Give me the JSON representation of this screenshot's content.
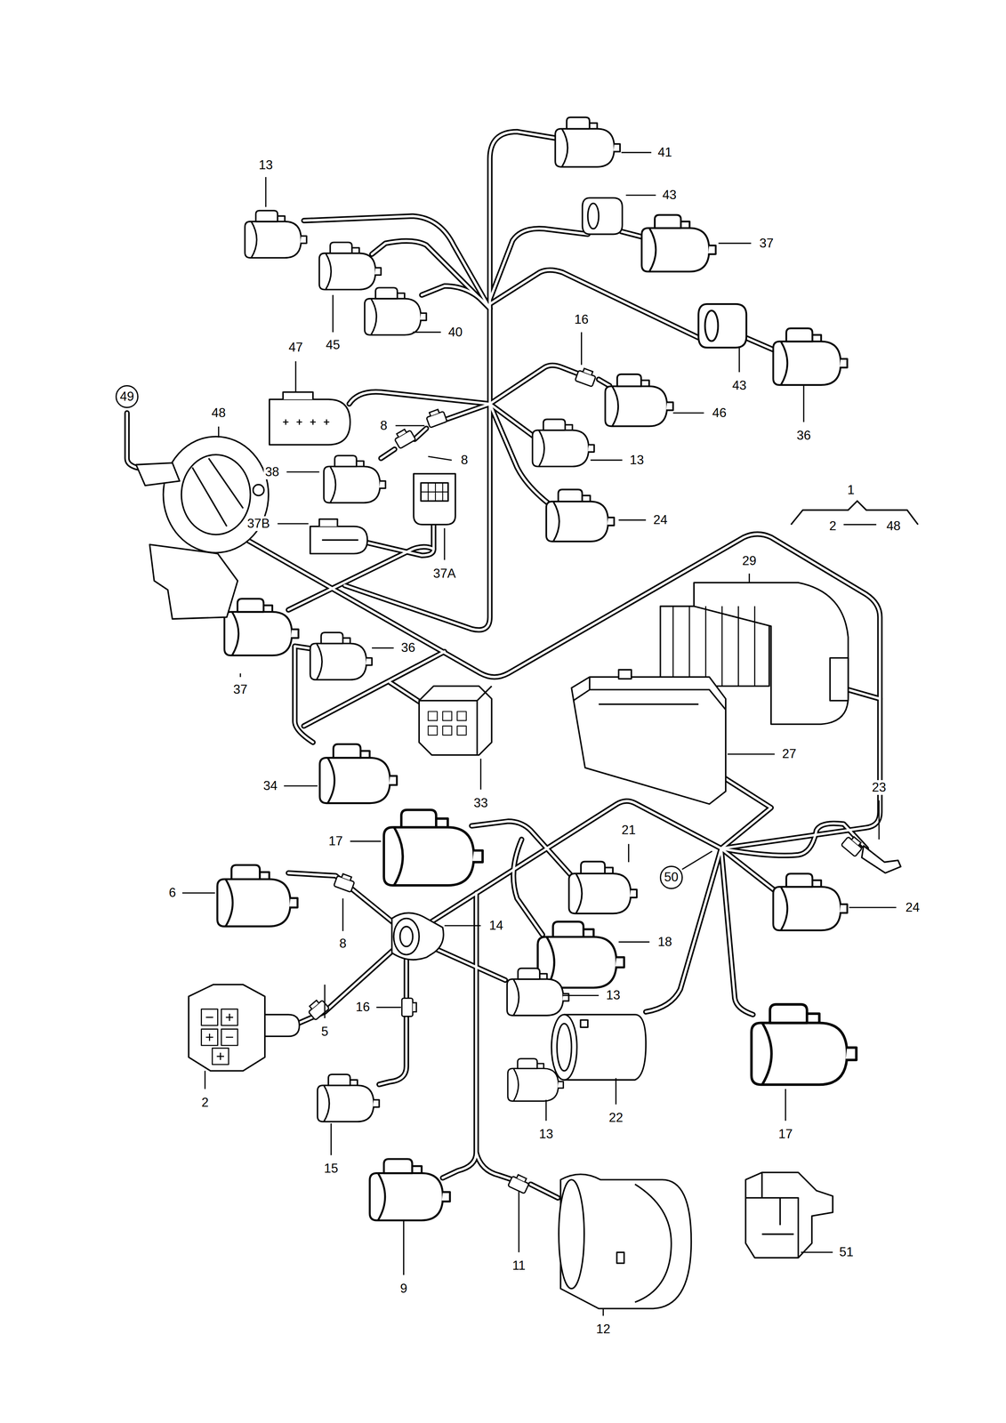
{
  "diagram": {
    "nodes": [
      {
        "text": [
          "49"
        ]
      },
      {
        "text": [
          "50"
        ]
      }
    ],
    "labels": [
      "41",
      "13",
      "43",
      "37",
      "45",
      "40",
      "16",
      "43",
      "47",
      "48",
      "8",
      "46",
      "36",
      "8",
      "38",
      "13",
      "1",
      "37B",
      "37A",
      "24",
      "2",
      "48",
      "29",
      "37",
      "36",
      "27",
      "34",
      "33",
      "23",
      "17",
      "21",
      "6",
      "24",
      "14",
      "8",
      "18",
      "16",
      "13",
      "5",
      "22",
      "2",
      "17",
      "15",
      "13",
      "51",
      "9",
      "11",
      "12"
    ]
  }
}
